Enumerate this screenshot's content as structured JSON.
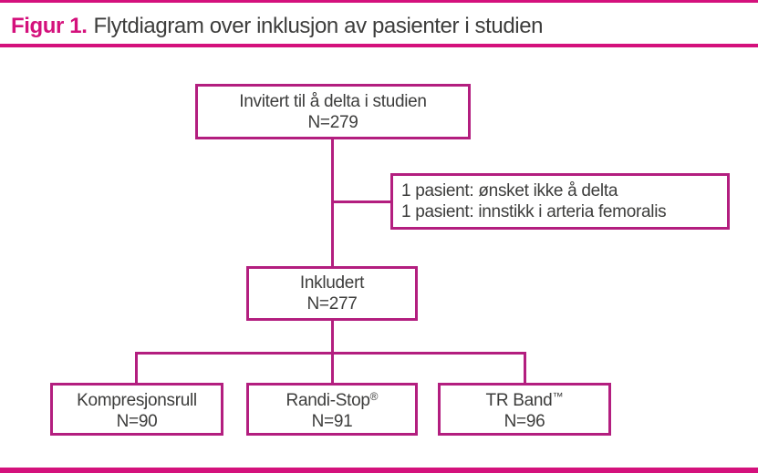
{
  "colors": {
    "accent_pink": "#d4117c",
    "box_border": "#b31e7f",
    "text": "#3d3d3c"
  },
  "header": {
    "figure_label": "Figur 1.",
    "title": "Flytdiagram over inklusjon av pasienter i studien"
  },
  "flowchart": {
    "invited": {
      "line1": "Invitert til å delta i studien",
      "line2": "N=279"
    },
    "excluded": {
      "line1": "1 pasient: ønsket ikke å delta",
      "line2": "1 pasient: innstikk i arteria femoralis"
    },
    "included": {
      "line1": "Inkludert",
      "line2": "N=277"
    },
    "arms": [
      {
        "name": "Kompresjonsrull",
        "mark": "",
        "n": "N=90"
      },
      {
        "name": "Randi-Stop",
        "mark": "®",
        "n": "N=91"
      },
      {
        "name": "TR Band",
        "mark": "™",
        "n": "N=96"
      }
    ]
  }
}
